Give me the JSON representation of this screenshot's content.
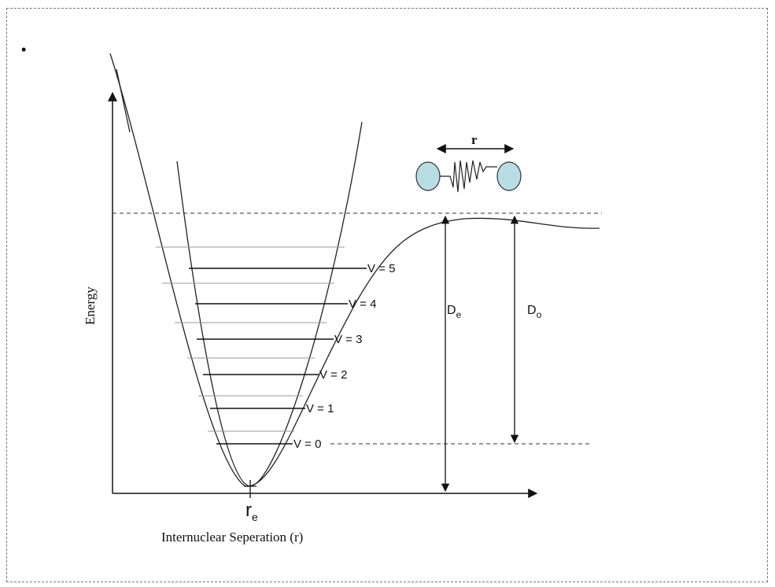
{
  "bullet": "•",
  "axes": {
    "y_label": "Energy",
    "x_label": "Internuclear Seperation (r)",
    "re_main": "r",
    "re_sub": "e"
  },
  "levels": [
    "V = 5",
    "V = 4",
    "V = 3",
    "V = 2",
    "V = 1",
    "V = 0"
  ],
  "dissociation": {
    "De_main": "D",
    "De_sub": "e",
    "D0_main": "D",
    "D0_sub": "o"
  },
  "molecule": {
    "bond_label": "r",
    "atom_color": "#b9dde4"
  }
}
